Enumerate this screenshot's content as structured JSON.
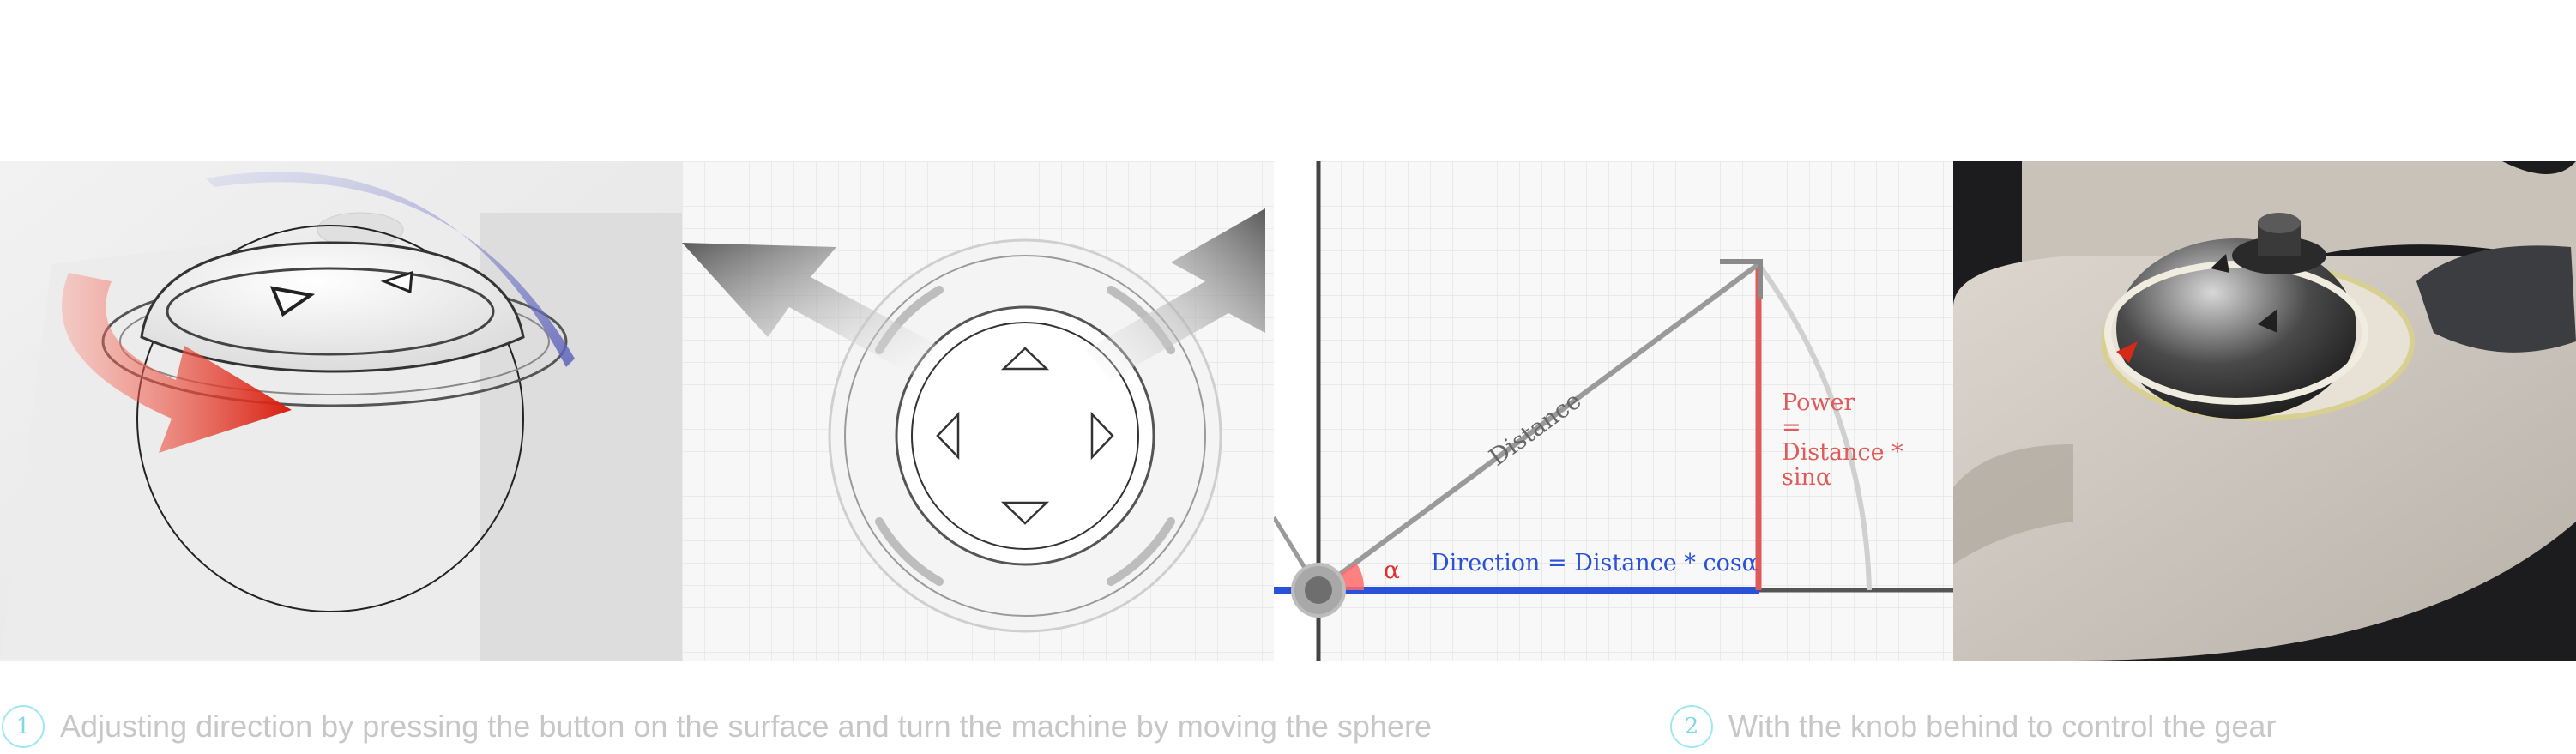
{
  "diagram": {
    "labels": {
      "distance": "Distance",
      "alpha": "α",
      "direction": "Direction = Distance * cosα",
      "power_1": "Power",
      "power_2": "=",
      "power_3": "Distance *",
      "power_4": "sinα"
    }
  },
  "captions": [
    {
      "number": "1",
      "text": "Adjusting direction by pressing the button on the surface and turn the machine by moving the sphere"
    },
    {
      "number": "2",
      "text": "With the knob behind to control the gear"
    }
  ],
  "colors": {
    "direction": "#2a52d9",
    "power": "#e05a5a",
    "distance": "#9a9a9a",
    "caption_accent": "#7fd9e4",
    "caption_text": "#c7c7c7"
  }
}
